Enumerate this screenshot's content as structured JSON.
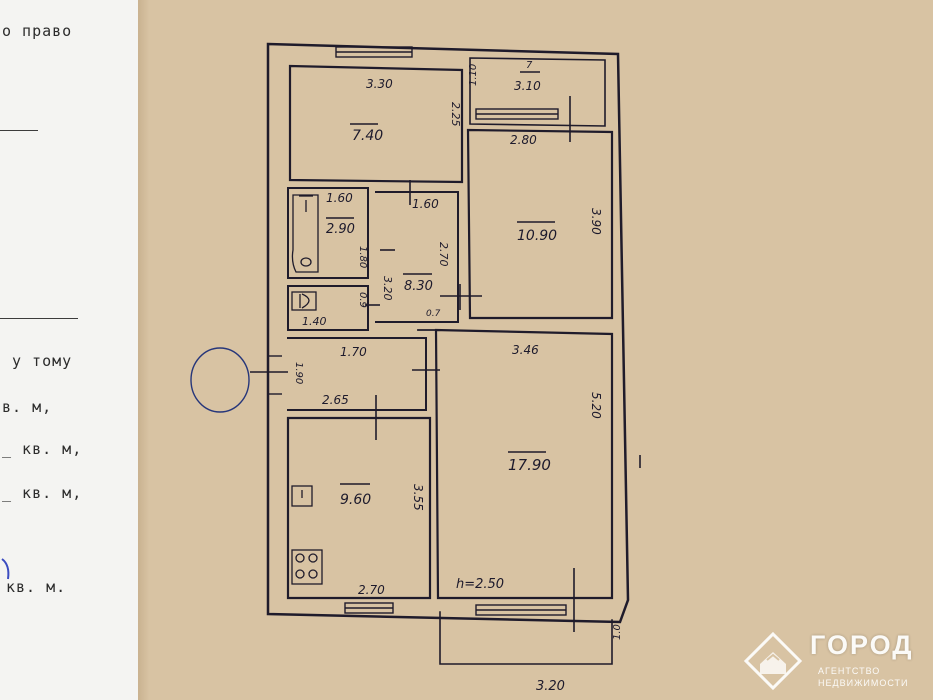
{
  "form": {
    "lines": [
      "о   право",
      "у тому",
      "в. м,",
      "_ кв. м,",
      "_ кв. м,",
      "кв. м."
    ]
  },
  "plan": {
    "rooms": [
      {
        "id": "room-top-left",
        "area": "7.40",
        "width": "3.30",
        "depth": "2.25"
      },
      {
        "id": "balcony-top",
        "label": "1.10",
        "area": "3.10",
        "flag": "7"
      },
      {
        "id": "room-right-upper",
        "area": "10.90",
        "width": "2.80",
        "depth": "3.90"
      },
      {
        "id": "bathroom",
        "area": "2.90",
        "width": "1.60",
        "depth": "1.80"
      },
      {
        "id": "hall-center",
        "area": "8.30",
        "width": "1.60",
        "depth": "2.70",
        "extra": "3.20"
      },
      {
        "id": "toilet",
        "area": "1.40",
        "extra": "0.9"
      },
      {
        "id": "corridor",
        "width": "1.70",
        "length": "2.65",
        "depth": "1.90"
      },
      {
        "id": "kitchen",
        "area": "9.60",
        "width": "2.70",
        "depth": "3.55"
      },
      {
        "id": "room-large",
        "area": "17.90",
        "width": "3.46",
        "depth": "5.20"
      },
      {
        "id": "bottom-balcony",
        "width": "3.20",
        "depth": "1.0"
      }
    ],
    "annotations": {
      "ceiling_height": "h=2.50",
      "door_gap": "0.7"
    }
  },
  "watermark": {
    "title": "ГОРОД",
    "sub1": "АГЕНТСТВО",
    "sub2": "НЕДВИЖИМОСТИ"
  }
}
